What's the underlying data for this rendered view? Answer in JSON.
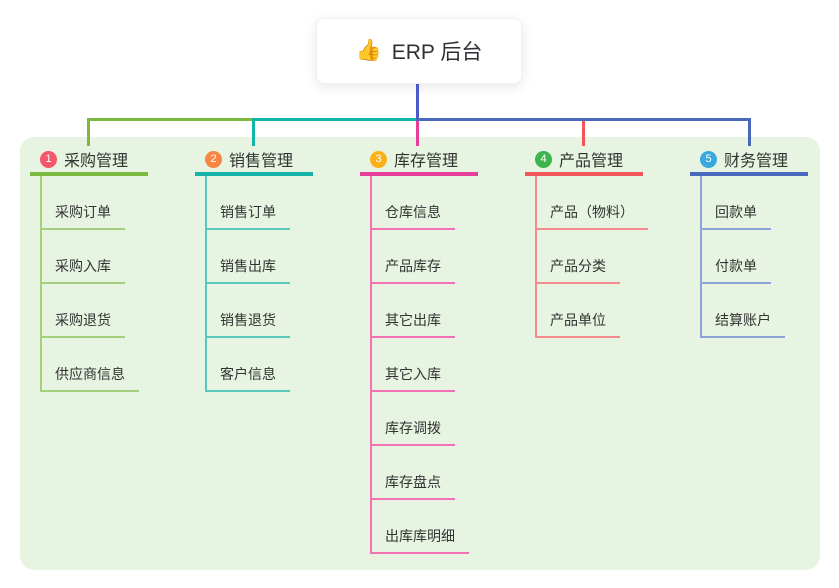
{
  "root": {
    "label": "ERP 后台",
    "icon": "thumbs-up-icon",
    "emoji": "👍"
  },
  "colors": {
    "panel_bg": "#e7f4e1",
    "root_line": "#4a5bc8"
  },
  "branches": [
    {
      "number": "1",
      "label": "采购管理",
      "badge_color": "#f4566b",
      "line_color": "#7cb93f",
      "sub_line_color": "#a5cf7c",
      "items": [
        "采购订单",
        "采购入库",
        "采购退货",
        "供应商信息"
      ]
    },
    {
      "number": "2",
      "label": "销售管理",
      "badge_color": "#fa8443",
      "line_color": "#14b3a7",
      "sub_line_color": "#58c8bd",
      "items": [
        "销售订单",
        "销售出库",
        "销售退货",
        "客户信息"
      ]
    },
    {
      "number": "3",
      "label": "库存管理",
      "badge_color": "#fbb116",
      "line_color": "#e83e9b",
      "sub_line_color": "#f172b4",
      "items": [
        "仓库信息",
        "产品库存",
        "其它出库",
        "其它入库",
        "库存调拨",
        "库存盘点",
        "出库库明细"
      ]
    },
    {
      "number": "4",
      "label": "产品管理",
      "badge_color": "#3db44d",
      "line_color": "#f1565b",
      "sub_line_color": "#f48a8d",
      "items": [
        "产品（物料）",
        "产品分类",
        "产品单位"
      ]
    },
    {
      "number": "5",
      "label": "财务管理",
      "badge_color": "#38a8df",
      "line_color": "#4a69bd",
      "sub_line_color": "#8ca4da",
      "items": [
        "回款单",
        "付款单",
        "结算账户"
      ]
    }
  ]
}
